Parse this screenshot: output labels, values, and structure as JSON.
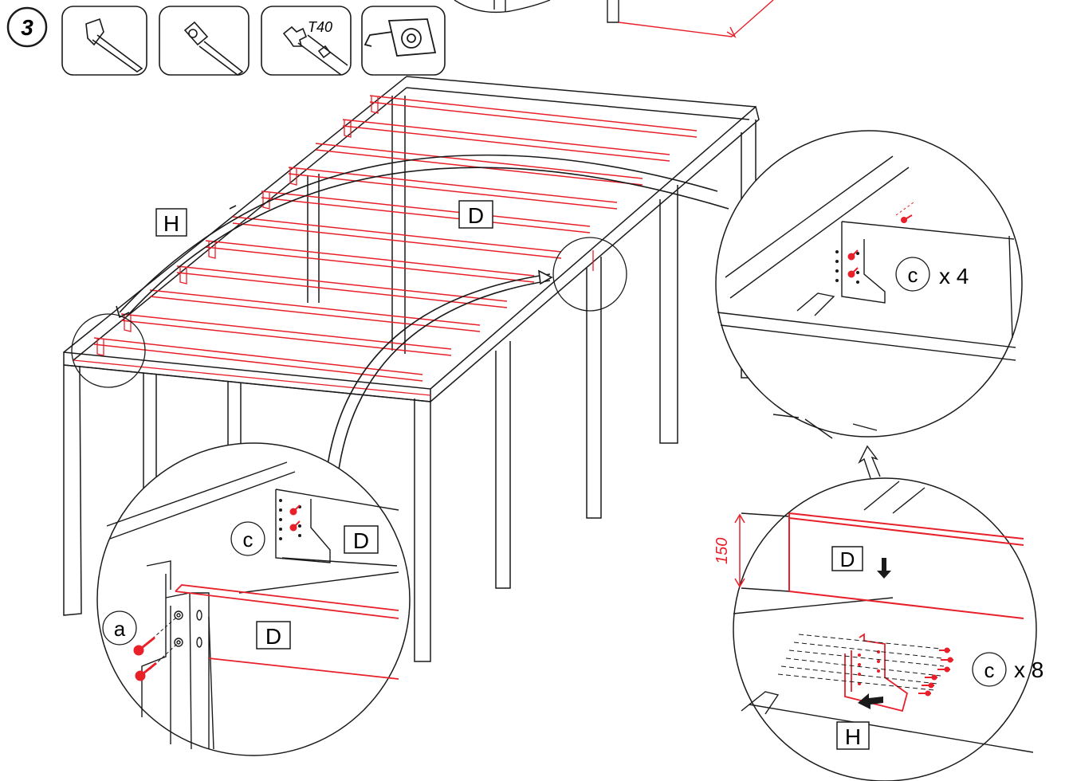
{
  "step": {
    "number": "3"
  },
  "tools": [
    {
      "name": "hammer",
      "label": ""
    },
    {
      "name": "screwdriver-bit",
      "label": ""
    },
    {
      "name": "torx-bit",
      "label": "T40"
    },
    {
      "name": "tape-measure",
      "label": ""
    }
  ],
  "labels": {
    "joist": "D",
    "header_beam": "H",
    "screw": "c",
    "bolt": "a",
    "dimension": "150"
  },
  "quantities": {
    "top_right": "x 4",
    "bottom_right": "x 8"
  },
  "colors": {
    "highlight": "#e8202a",
    "line": "#1a1a1a"
  }
}
